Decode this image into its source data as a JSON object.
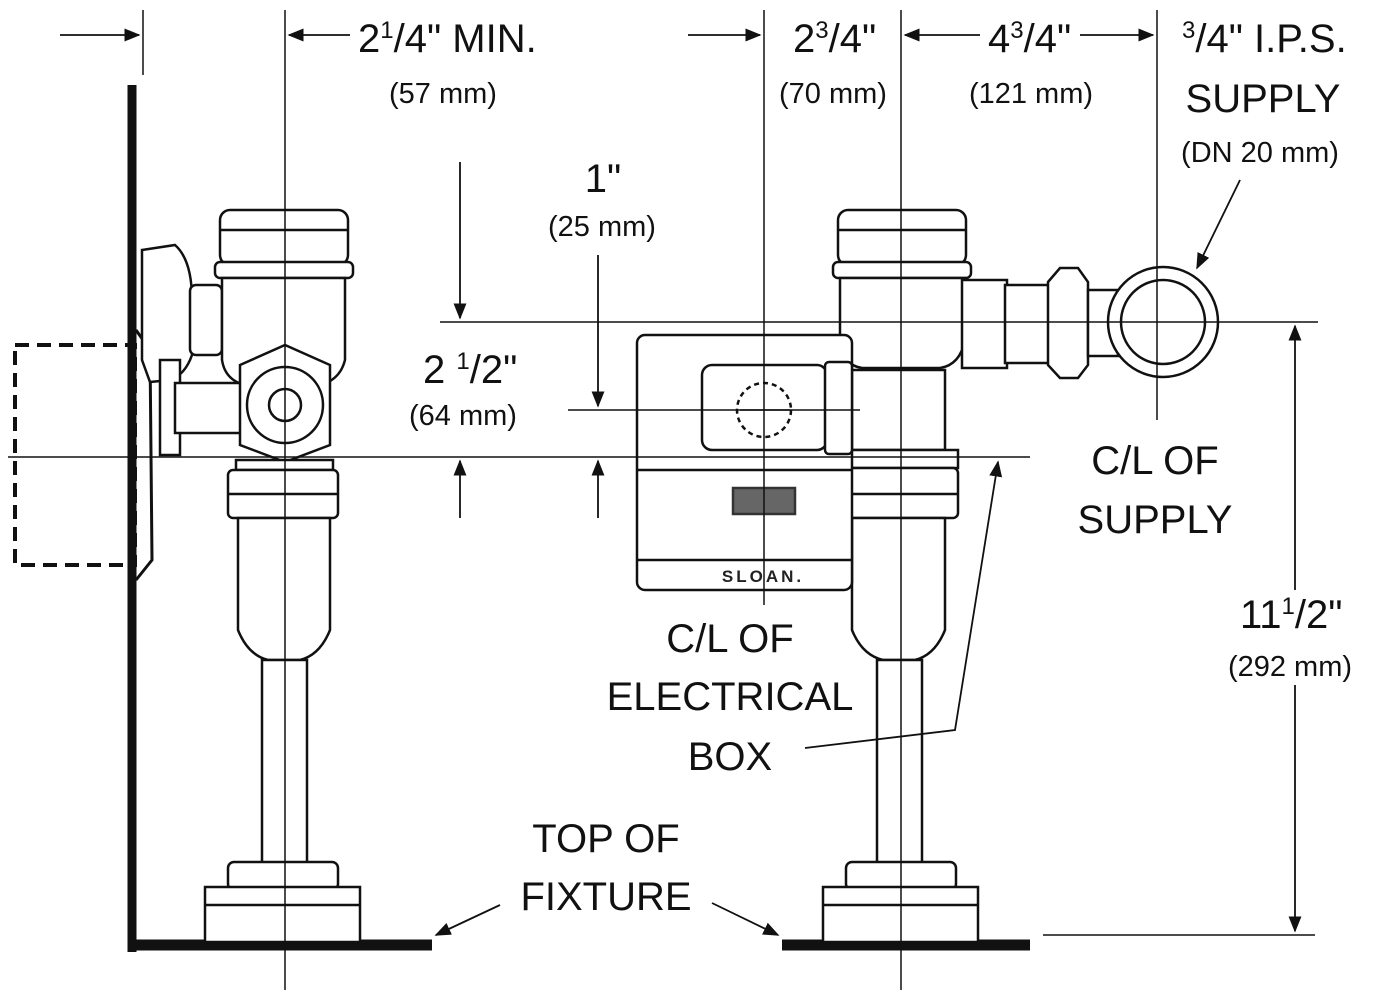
{
  "dimensions": {
    "wall_offset": {
      "whole": "2",
      "sup": "1",
      "rest": "/4\" MIN.",
      "metric": "(57 mm)"
    },
    "sensor_offset": {
      "whole": "2",
      "sup": "3",
      "rest": "/4\"",
      "metric": "(70 mm)"
    },
    "supply_offset": {
      "whole": "4",
      "sup": "3",
      "rest": "/4\"",
      "metric": "(121 mm)"
    },
    "supply_size": {
      "sup": "3",
      "rest": "/4\" I.P.S.",
      "line2": "SUPPLY",
      "metric": "(DN 20 mm)"
    },
    "rise_1": {
      "text": "1\"",
      "metric": "(25 mm)"
    },
    "rise_2_5": {
      "text": "2 ",
      "sup": "1",
      "rest": "/2\"",
      "metric": "(64 mm)"
    },
    "height": {
      "whole": "11",
      "sup": "1",
      "rest": "/2\"",
      "metric": "(292 mm)"
    }
  },
  "labels": {
    "cl_supply": [
      "C/L OF",
      "SUPPLY"
    ],
    "cl_electrical": [
      "C/L OF",
      "ELECTRICAL",
      "BOX"
    ],
    "top_fixture": [
      "TOP OF",
      "FIXTURE"
    ],
    "brand": "SLOAN."
  },
  "colors": {
    "ink": "#111111",
    "sensor_window": "#666666"
  }
}
